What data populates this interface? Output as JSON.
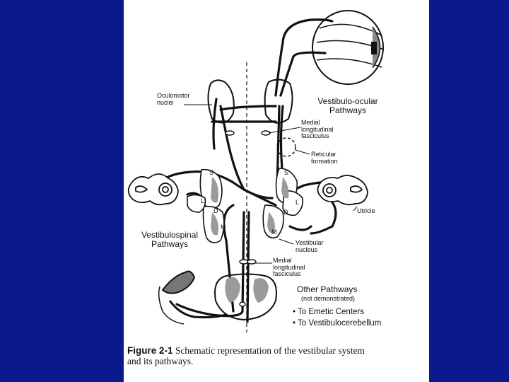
{
  "labels": {
    "oculomotor": [
      "Oculomotor",
      "nuclei"
    ],
    "vestibulo_ocular": [
      "Vestibulo-ocular",
      "Pathways"
    ],
    "mlf_top": [
      "Medial",
      "longitudinal",
      "fasciculus"
    ],
    "reticular": [
      "Reticular",
      "formation"
    ],
    "utricle": "Utricle",
    "vestibulospinal": [
      "Vestibulospinal",
      "Pathways"
    ],
    "vestibular_nucleus": [
      "Vestibular",
      "nucleus"
    ],
    "mlf_bottom": [
      "Medial",
      "longitudinal",
      "fasciculus"
    ],
    "other": "Other Pathways",
    "other_note": "(not demonstrated)",
    "emetic": "• To Emetic Centers",
    "vestibulocerebellum": "• To Vestibulocerebellum",
    "nucleus_letters": {
      "s": "S",
      "l": "L",
      "d": "D",
      "m": "M"
    }
  },
  "caption": {
    "figure_label": "Figure 2-1",
    "text_line1": "Schematic representation of the vestibular system",
    "text_line2": "and its pathways."
  },
  "colors": {
    "background": "#0a1a8c",
    "panel": "#ffffff",
    "ink": "#111111",
    "gray": "#9a9a9a"
  }
}
